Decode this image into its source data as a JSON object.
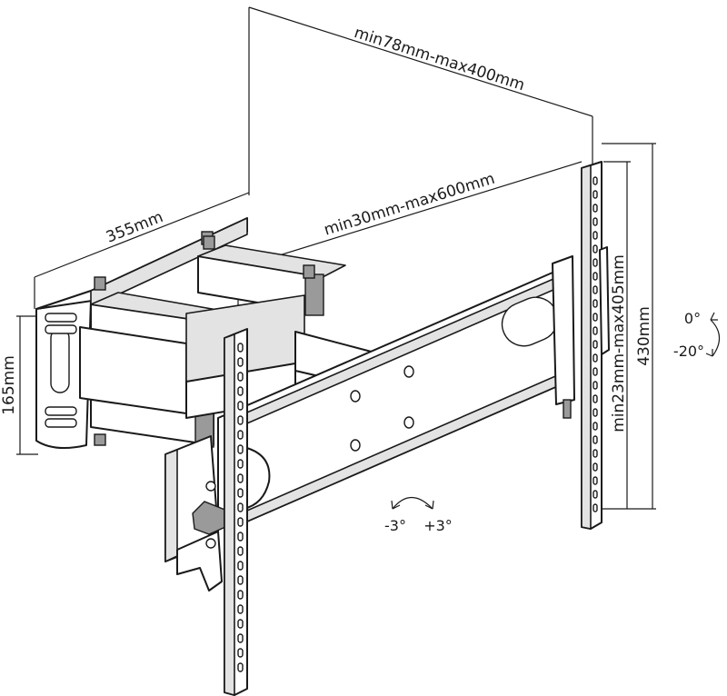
{
  "dimensions": {
    "vesa_horizontal": "min78mm-max400mm",
    "vesa_horizontal_inner": "min30mm-max600mm",
    "wall_plate_width": "355mm",
    "wall_plate_height": "165mm",
    "tv_bracket_height": "430mm",
    "vesa_vertical": "min23mm-max405mm"
  },
  "angles": {
    "tilt_up": "0°",
    "tilt_down": "-20°",
    "swivel_left": "-3°",
    "swivel_right": "+3°"
  }
}
